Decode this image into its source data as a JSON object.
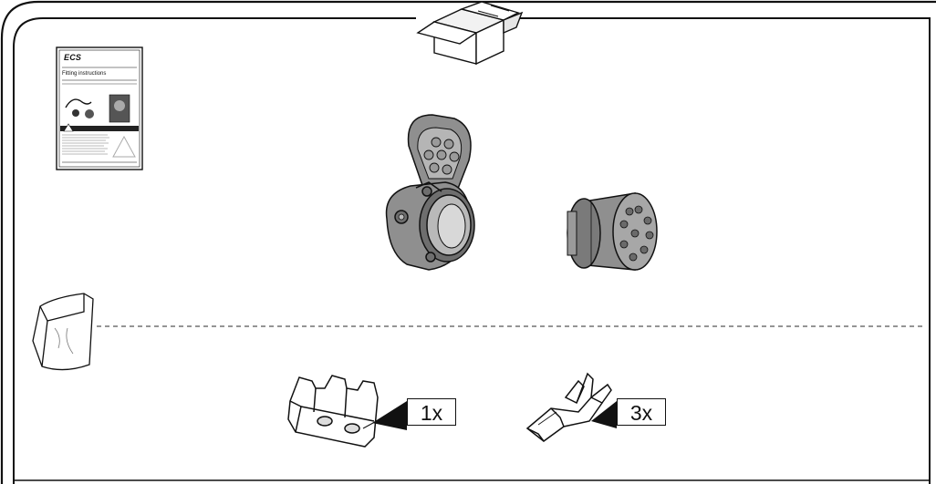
{
  "colors": {
    "line": "#111111",
    "part_fill": "#8f8f8f",
    "part_dark": "#5e5e5e",
    "part_light": "#c2c2c2",
    "background": "#ffffff"
  },
  "icons": [
    "box-icon",
    "manual-icon",
    "bag-icon"
  ],
  "manual": {
    "brand": "ECS",
    "title": "Fitting instructions"
  },
  "parts": [
    {
      "id": "socket",
      "icon": "socket-icon"
    },
    {
      "id": "plug-insert",
      "icon": "plug-insert-icon"
    },
    {
      "id": "cable-clamp",
      "icon": "cable-clamp-icon",
      "quantity": "1x"
    },
    {
      "id": "terminal",
      "icon": "crimp-terminal-icon",
      "quantity": "3x"
    }
  ]
}
